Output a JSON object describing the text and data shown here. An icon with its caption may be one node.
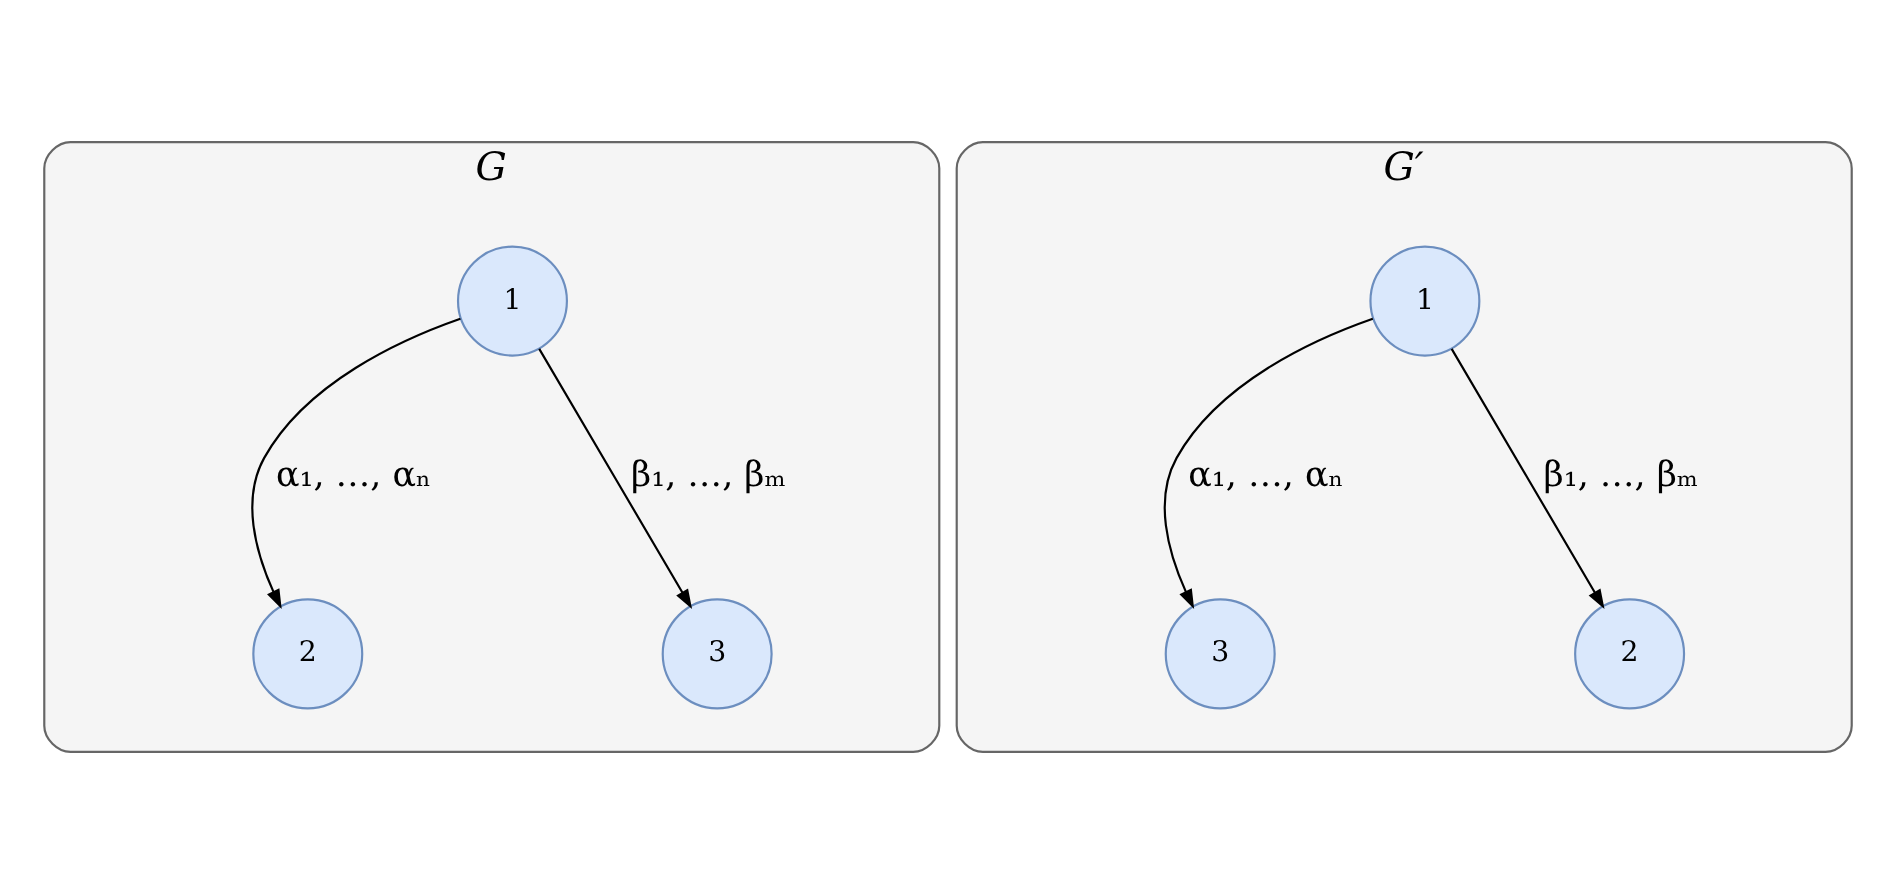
{
  "diagram": {
    "nodes": [
      {
        "text": [
          "G"
        ]
      },
      {
        "text": [
          "1"
        ],
        "in": 0
      },
      {
        "text": [
          "2"
        ],
        "in": 0
      },
      {
        "text": [
          "3"
        ],
        "in": 0
      },
      {
        "text": [
          "G′"
        ]
      },
      {
        "text": [
          "1"
        ],
        "in": 4
      },
      {
        "text": [
          "3"
        ],
        "in": 4
      },
      {
        "text": [
          "2"
        ],
        "in": 4
      }
    ],
    "edges": [
      {
        "from": 1,
        "to": 2,
        "arrow": "to",
        "label": "α₁, …, αₙ"
      },
      {
        "from": 1,
        "to": 3,
        "arrow": "to",
        "label": "β₁, …, βₘ"
      },
      {
        "from": 5,
        "to": 6,
        "arrow": "to",
        "label": "α₁, …, αₙ"
      },
      {
        "from": 5,
        "to": 7,
        "arrow": "to",
        "label": "β₁, …, βₘ"
      }
    ]
  }
}
